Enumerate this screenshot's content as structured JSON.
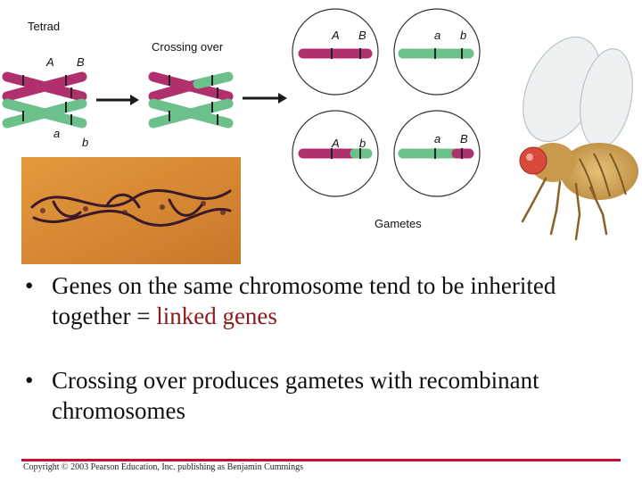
{
  "diagram": {
    "tetrad_label": "Tetrad",
    "crossing_over_label": "Crossing over",
    "gametes_label": "Gametes",
    "tetrad_alleles": {
      "top_left": "A",
      "top_right": "B",
      "bottom_left": "a",
      "bottom_right": "b"
    },
    "gamete_alleles": [
      {
        "left": "A",
        "right": "B"
      },
      {
        "left": "a",
        "right": "b"
      },
      {
        "left": "A",
        "right": "b"
      },
      {
        "left": "a",
        "right": "B"
      }
    ],
    "colors": {
      "maternal": "#b0306e",
      "paternal": "#6cc08c",
      "arrow": "#1a1a1a",
      "photo_bg": "#d98a2e"
    }
  },
  "bullets": [
    {
      "text": "Genes on the same  chromosome tend to be inherited together = ",
      "highlight": "linked genes"
    },
    {
      "text": "Crossing over produces gametes with recombinant chromosomes",
      "highlight": ""
    }
  ],
  "footer": {
    "copyright": "Copyright © 2003 Pearson Education, Inc. publishing as Benjamin Cummings"
  }
}
